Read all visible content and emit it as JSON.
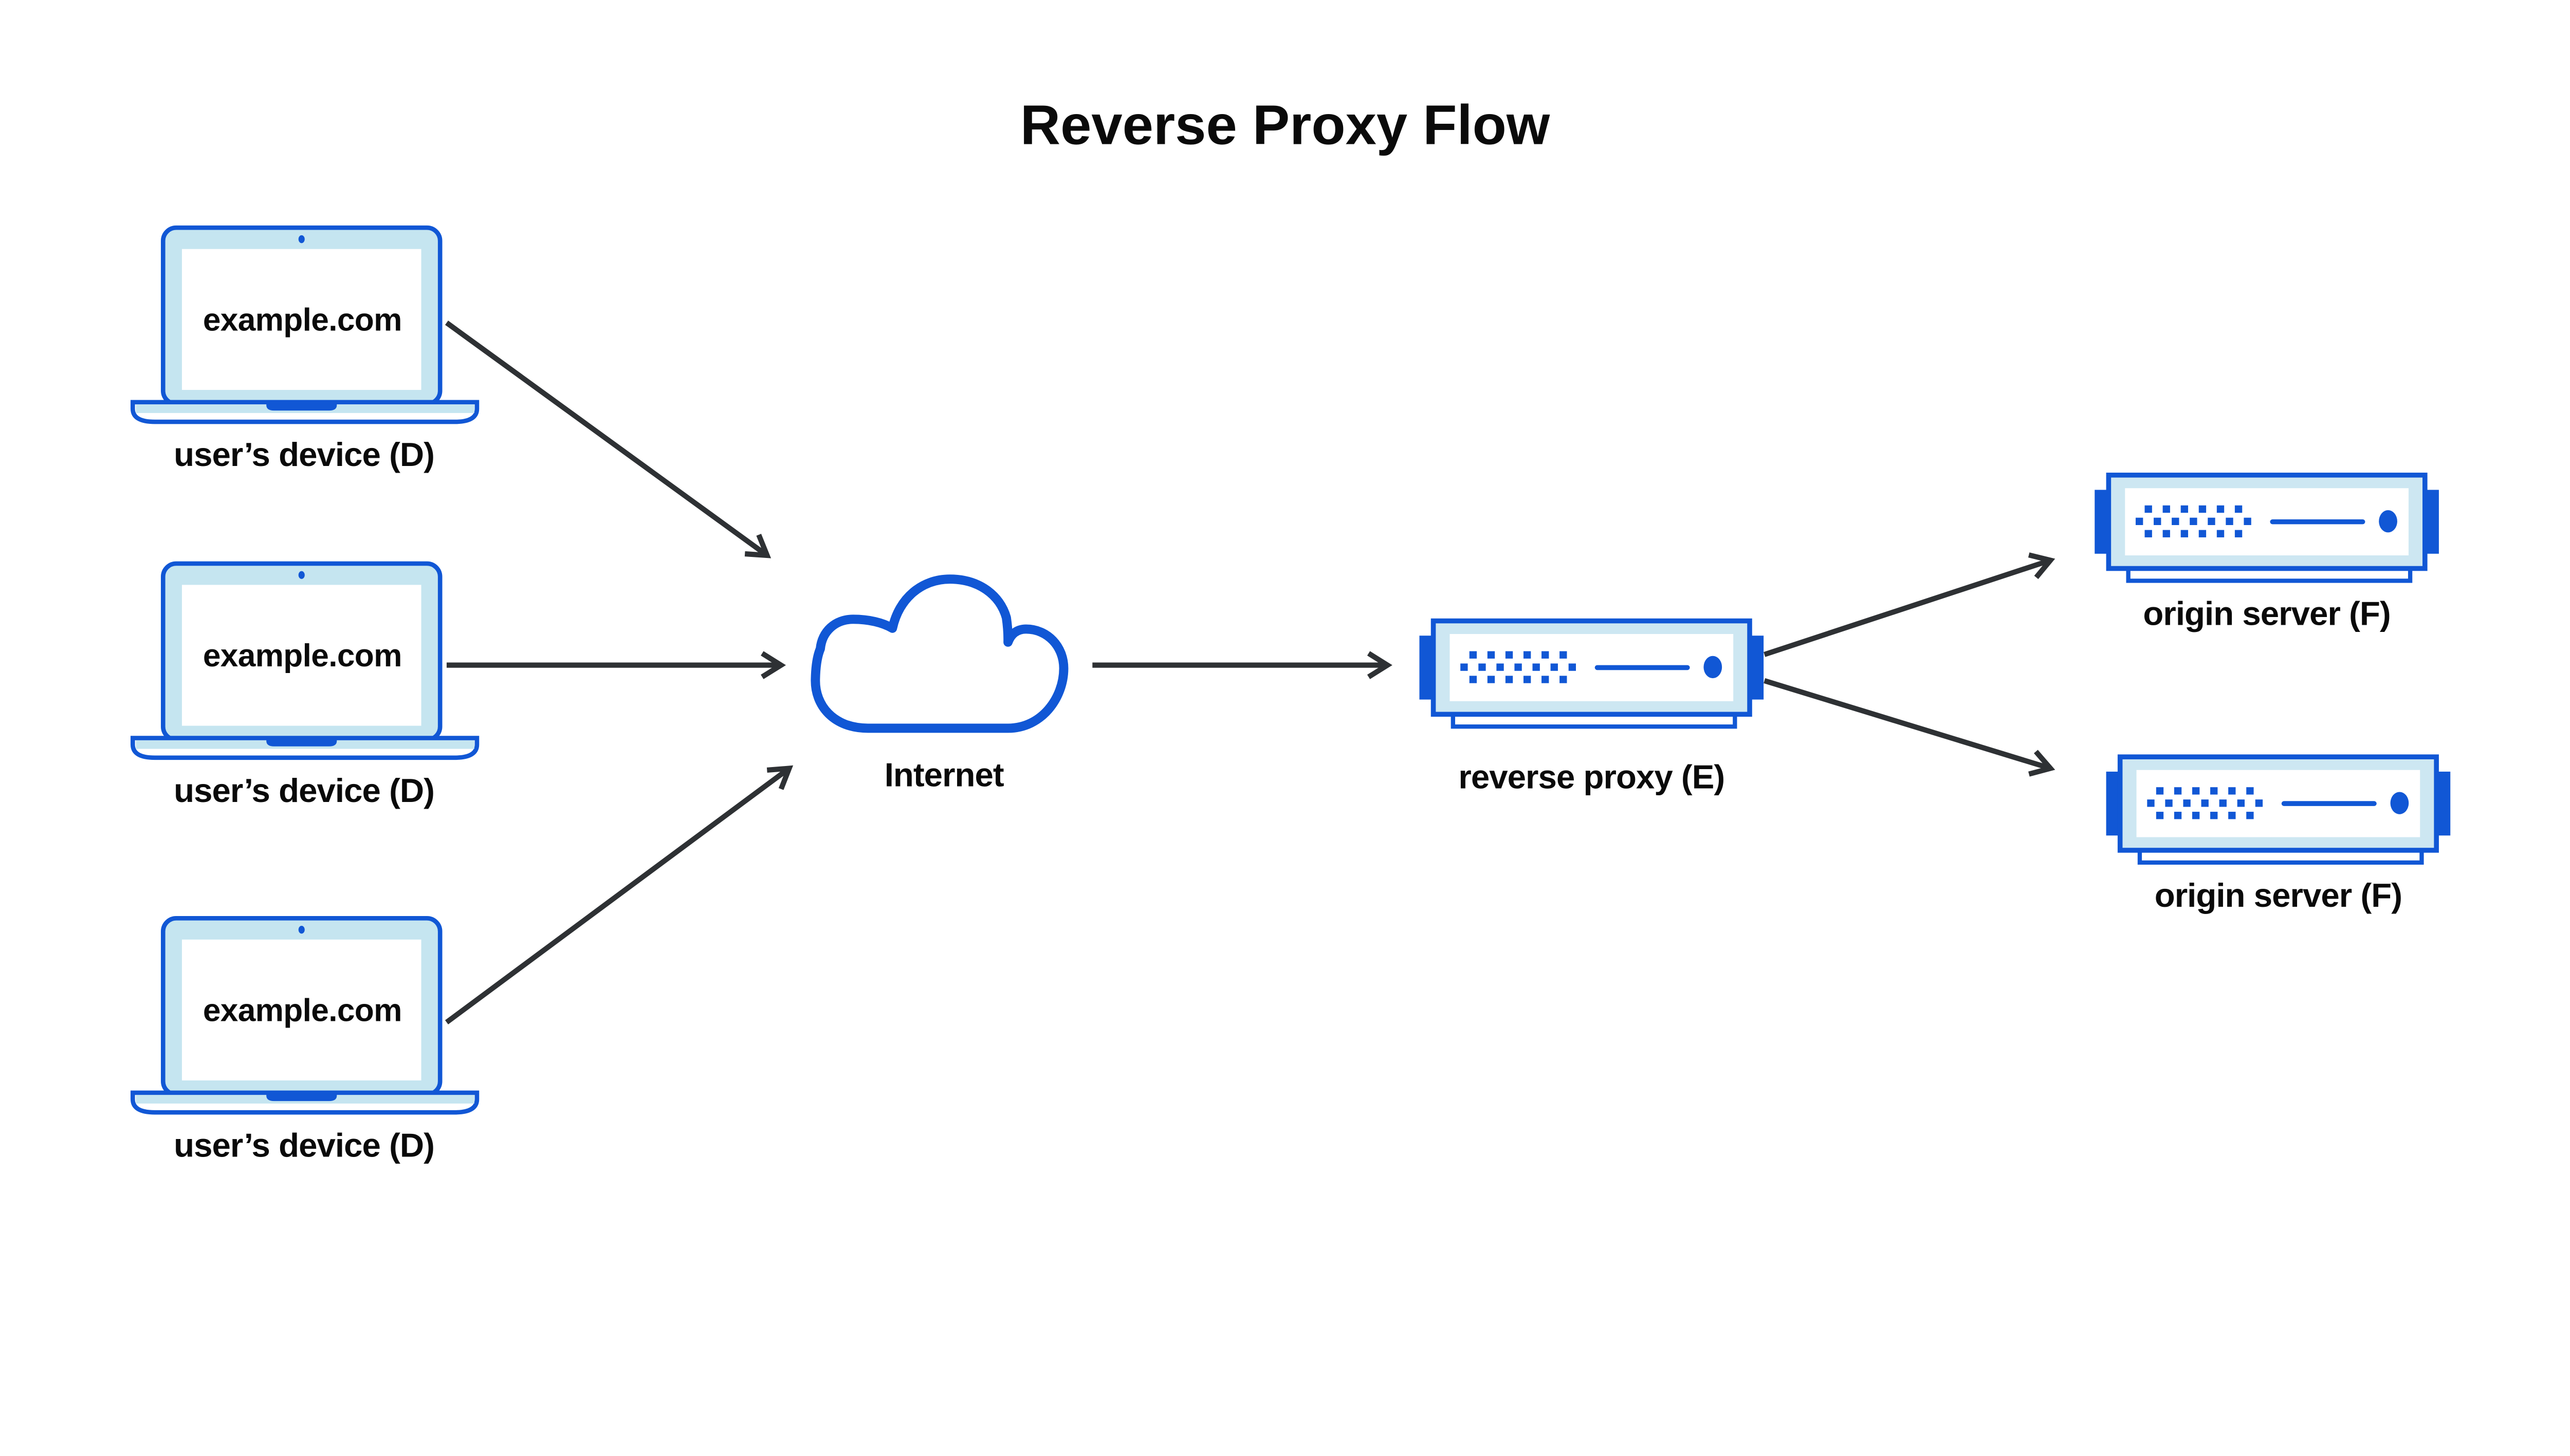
{
  "title": "Reverse Proxy Flow",
  "devices": [
    {
      "screen_text": "example.com",
      "label": "user’s device (D)",
      "icon": "laptop-icon"
    },
    {
      "screen_text": "example.com",
      "label": "user’s device (D)",
      "icon": "laptop-icon"
    },
    {
      "screen_text": "example.com",
      "label": "user’s device (D)",
      "icon": "laptop-icon"
    }
  ],
  "internet": {
    "label": "Internet",
    "icon": "cloud-icon"
  },
  "reverse_proxy": {
    "label": "reverse proxy (E)",
    "icon": "rack-server-icon"
  },
  "origin_servers": [
    {
      "label": "origin server (F)",
      "icon": "rack-server-icon"
    },
    {
      "label": "origin server (F)",
      "icon": "rack-server-icon"
    }
  ],
  "flows": [
    {
      "from": "user-device-1",
      "to": "internet"
    },
    {
      "from": "user-device-2",
      "to": "internet"
    },
    {
      "from": "user-device-3",
      "to": "internet"
    },
    {
      "from": "internet",
      "to": "reverse-proxy"
    },
    {
      "from": "reverse-proxy",
      "to": "origin-server-1"
    },
    {
      "from": "reverse-proxy",
      "to": "origin-server-2"
    }
  ],
  "colors": {
    "blue": "#1157D5",
    "laptop_fill": "#C5E5F0",
    "server_fill": "#CDE7F2",
    "arrow": "#2E3134",
    "text": "#0A0A0A",
    "surface": "#FFFFFF"
  }
}
